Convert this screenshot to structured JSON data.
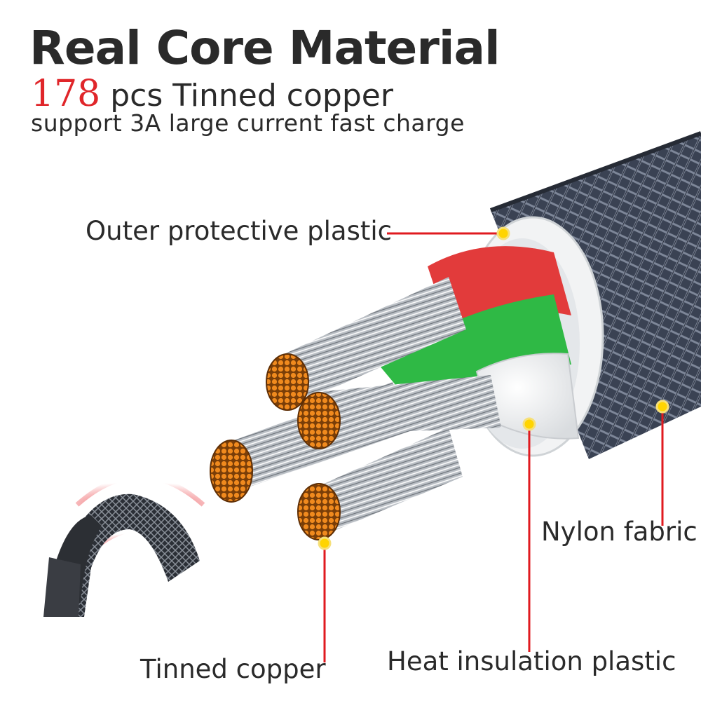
{
  "header": {
    "title": "Real Core Material",
    "count": "178",
    "subtitle_rest": " pcs Tinned copper",
    "subtitle2": "support 3A large current fast charge"
  },
  "labels": {
    "outer": "Outer protective plastic",
    "nylon": "Nylon fabric",
    "tinned": "Tinned copper",
    "heat": "Heat insulation plastic"
  },
  "colors": {
    "accent_red": "#e0262a",
    "leader_line": "#e01a1f",
    "marker_yellow": "#ffd400",
    "wire_red": "#e23b3b",
    "wire_green": "#2fb945",
    "copper_orange": "#f08a1e",
    "braid_navy": "#3a4253",
    "text_dark": "#2a2a2a"
  }
}
